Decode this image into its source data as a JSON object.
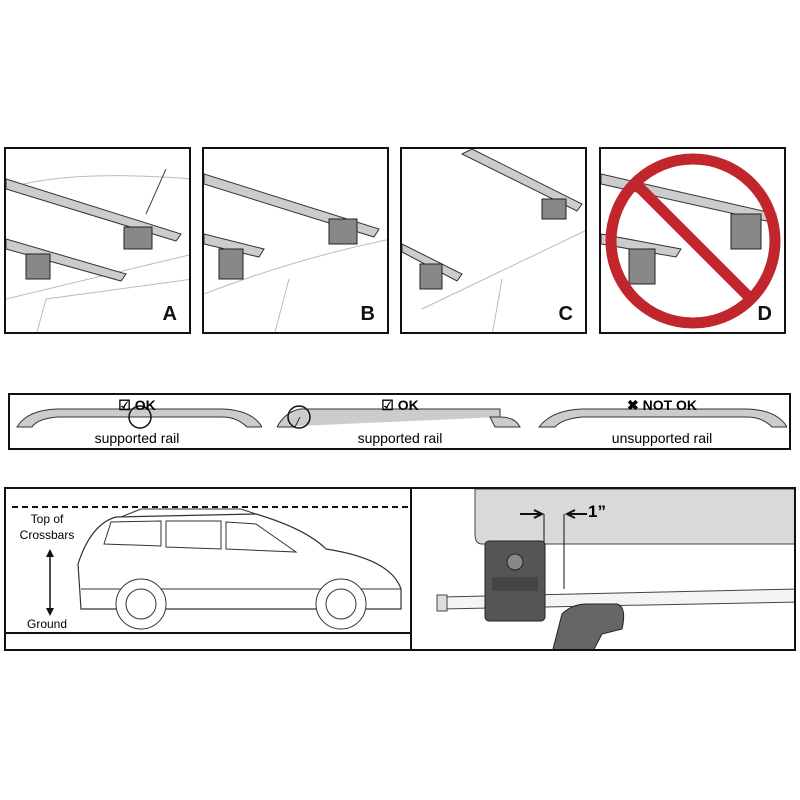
{
  "panels": [
    {
      "label": "A",
      "allowed": true
    },
    {
      "label": "B",
      "allowed": true
    },
    {
      "label": "C",
      "allowed": true
    },
    {
      "label": "D",
      "allowed": false
    }
  ],
  "rails": [
    {
      "status": "OK",
      "icon": "check-icon",
      "caption": "supported rail"
    },
    {
      "status": "OK",
      "icon": "check-icon",
      "caption": "supported rail"
    },
    {
      "status": "NOT OK",
      "icon": "x-icon",
      "caption": "unsupported rail"
    }
  ],
  "height_diagram": {
    "top_label": "Top of Crossbars",
    "bottom_label": "Ground"
  },
  "clearance_diagram": {
    "dimension": "1”"
  },
  "colors": {
    "prohibited": "#c0262b",
    "part_gray": "#555555",
    "panel_gray": "#d9d9d9"
  }
}
